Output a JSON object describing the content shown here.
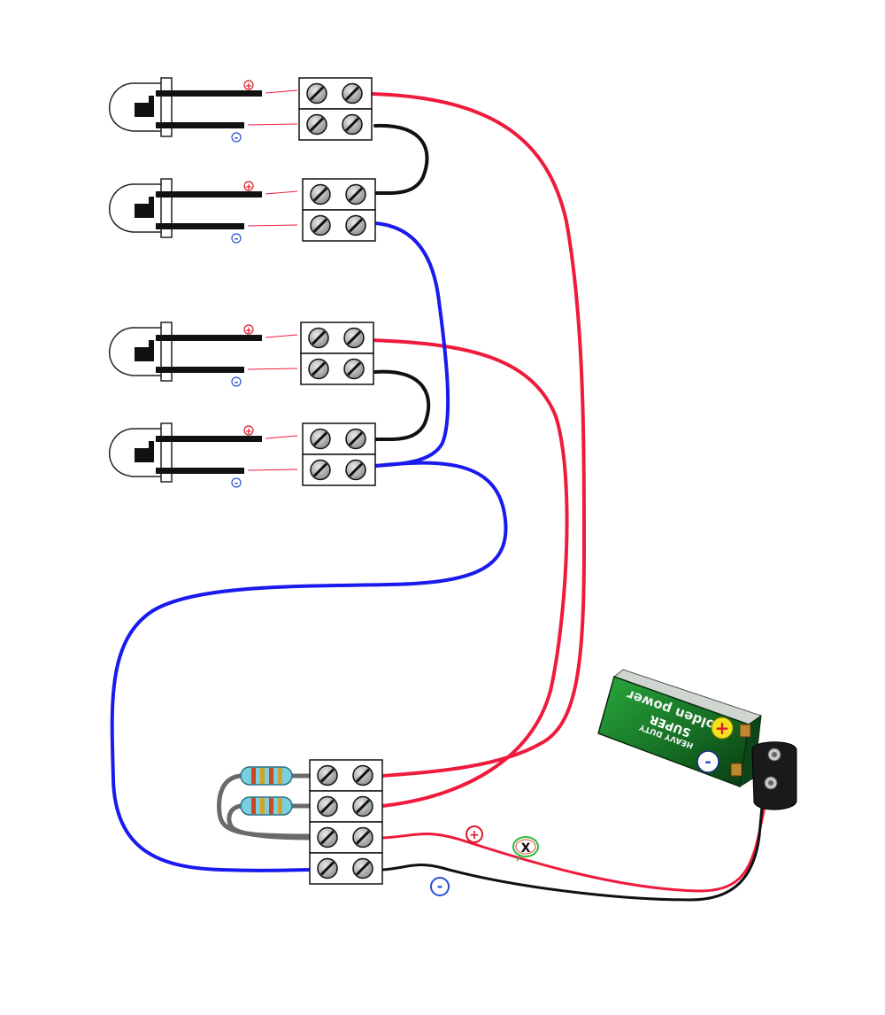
{
  "colors": {
    "positive_wire": "#ee1b3c",
    "negative_wire": "#111111",
    "led_return_wire": "#1a1aee",
    "resistor_lead": "#6a6a6a",
    "plus_symbol": "#d81b2a",
    "minus_symbol": "#2a4fd0",
    "switch_ring": "#2bbf3a",
    "battery_body": "#1f8a2f",
    "battery_label": "#f2f2f2"
  },
  "leds": [
    {
      "plus_label": "+",
      "minus_label": "-"
    },
    {
      "plus_label": "+",
      "minus_label": "-"
    },
    {
      "plus_label": "+",
      "minus_label": "-"
    },
    {
      "plus_label": "+",
      "minus_label": "-"
    }
  ],
  "polarity": {
    "plus_symbol": "+",
    "minus_symbol": "-",
    "switch_label": "X"
  },
  "battery": {
    "brand": "golden power",
    "series": "SUPER",
    "grade": "HEAVY DUTY",
    "plus": "+",
    "minus": "-"
  },
  "icons": {
    "led": "led-icon",
    "terminal": "terminal-block-icon",
    "resistor": "resistor-icon",
    "battery": "battery-9v-icon",
    "snap": "battery-snap-icon",
    "switch": "switch-marker-icon"
  }
}
